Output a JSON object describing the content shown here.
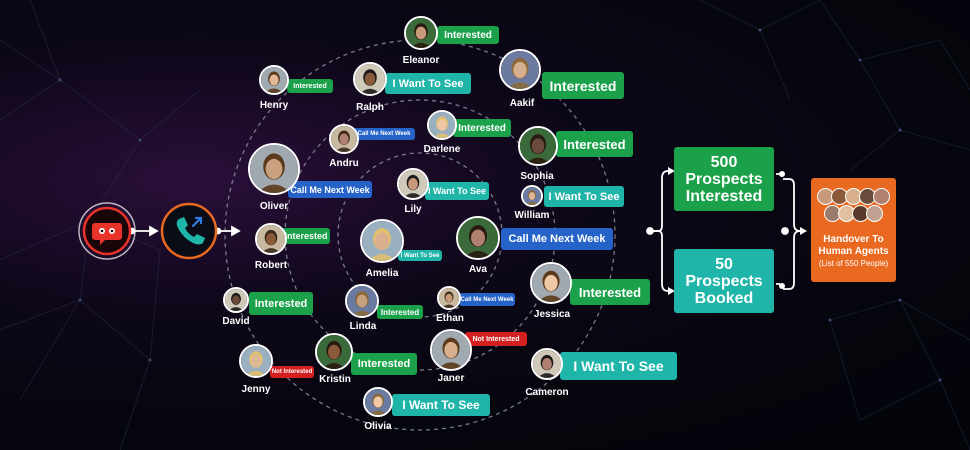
{
  "colors": {
    "interested": "#1aa14a",
    "want_to_see": "#1fb5a8",
    "call_me": "#2563c9",
    "not_interested": "#d42020",
    "prospects_interested": "#1aa14a",
    "prospects_booked": "#1fb5a8",
    "handover": "#e8691f"
  },
  "icons": {
    "bot": "chat-bot-icon",
    "phone": "phone-call-icon"
  },
  "prospects": [
    {
      "name": "Eleanor",
      "status": "Interested"
    },
    {
      "name": "Henry",
      "status": "Interested"
    },
    {
      "name": "Ralph",
      "status": "I Want To See"
    },
    {
      "name": "Aakif",
      "status": "Interested"
    },
    {
      "name": "Andru",
      "status": "Call Me Next Week"
    },
    {
      "name": "Darlene",
      "status": "Interested"
    },
    {
      "name": "Sophia",
      "status": "Interested"
    },
    {
      "name": "Oliver",
      "status": "Call Me Next Week"
    },
    {
      "name": "Lily",
      "status": "I Want To See"
    },
    {
      "name": "William",
      "status": "I Want To See"
    },
    {
      "name": "Robert",
      "status": "Interested"
    },
    {
      "name": "Amelia",
      "status": "I Want To See"
    },
    {
      "name": "Ava",
      "status": "Call Me Next Week"
    },
    {
      "name": "Jessica",
      "status": "Interested"
    },
    {
      "name": "David",
      "status": "Interested"
    },
    {
      "name": "Linda",
      "status": "Interested"
    },
    {
      "name": "Ethan",
      "status": "Call Me Next Week"
    },
    {
      "name": "Jenny",
      "status": "Not Interested"
    },
    {
      "name": "Kristin",
      "status": "Interested"
    },
    {
      "name": "Janer",
      "status": "Not Interested"
    },
    {
      "name": "Cameron",
      "status": "I Want To See"
    },
    {
      "name": "Olivia",
      "status": "I Want To See"
    }
  ],
  "results": {
    "interested": {
      "count": "500",
      "line1": "Prospects",
      "line2": "Interested"
    },
    "booked": {
      "count": "50",
      "line1": "Prospects",
      "line2": "Booked"
    }
  },
  "handover": {
    "line1": "Handover To",
    "line2": "Human Agents",
    "sub": "(List of 550 People)"
  }
}
